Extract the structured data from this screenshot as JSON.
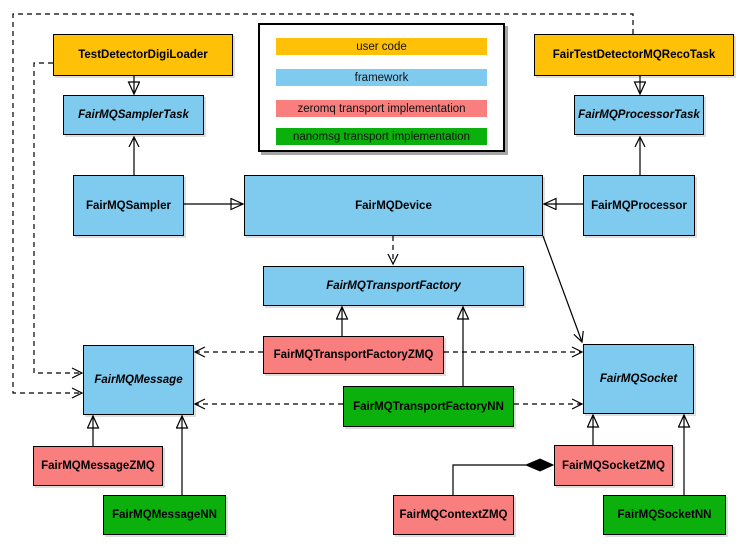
{
  "legend": {
    "items": [
      {
        "label": "user code",
        "color": "#ffc107",
        "category": "user-code"
      },
      {
        "label": "framework",
        "color": "#7fcbf0",
        "category": "framework"
      },
      {
        "label": "zeromq transport implementation",
        "color": "#f97e7e",
        "category": "zeromq"
      },
      {
        "label": "nanomsg transport implementation",
        "color": "#0cb00c",
        "category": "nanomsg"
      }
    ]
  },
  "nodes": [
    {
      "label": "TestDetectorDigiLoader",
      "category": "user-code",
      "abstract": false
    },
    {
      "label": "FairTestDetectorMQRecoTask",
      "category": "user-code",
      "abstract": false
    },
    {
      "label": "FairMQSamplerTask",
      "category": "framework",
      "abstract": true
    },
    {
      "label": "FairMQProcessorTask",
      "category": "framework",
      "abstract": true
    },
    {
      "label": "FairMQSampler",
      "category": "framework",
      "abstract": false
    },
    {
      "label": "FairMQDevice",
      "category": "framework",
      "abstract": false
    },
    {
      "label": "FairMQProcessor",
      "category": "framework",
      "abstract": false
    },
    {
      "label": "FairMQTransportFactory",
      "category": "framework",
      "abstract": true
    },
    {
      "label": "FairMQTransportFactoryZMQ",
      "category": "zeromq",
      "abstract": false
    },
    {
      "label": "FairMQTransportFactoryNN",
      "category": "nanomsg",
      "abstract": false
    },
    {
      "label": "FairMQMessage",
      "category": "framework",
      "abstract": true
    },
    {
      "label": "FairMQSocket",
      "category": "framework",
      "abstract": true
    },
    {
      "label": "FairMQMessageZMQ",
      "category": "zeromq",
      "abstract": false
    },
    {
      "label": "FairMQMessageNN",
      "category": "nanomsg",
      "abstract": false
    },
    {
      "label": "FairMQSocketZMQ",
      "category": "zeromq",
      "abstract": false
    },
    {
      "label": "FairMQContextZMQ",
      "category": "zeromq",
      "abstract": false
    },
    {
      "label": "FairMQSocketNN",
      "category": "nanomsg",
      "abstract": false
    }
  ],
  "edges": [
    {
      "from": "TestDetectorDigiLoader",
      "to": "FairMQSamplerTask",
      "type": "inheritance",
      "style": "solid"
    },
    {
      "from": "FairTestDetectorMQRecoTask",
      "to": "FairMQProcessorTask",
      "type": "inheritance",
      "style": "solid"
    },
    {
      "from": "FairMQSampler",
      "to": "FairMQSamplerTask",
      "type": "association",
      "style": "solid"
    },
    {
      "from": "FairMQProcessor",
      "to": "FairMQProcessorTask",
      "type": "association",
      "style": "solid"
    },
    {
      "from": "FairMQSampler",
      "to": "FairMQDevice",
      "type": "inheritance",
      "style": "solid"
    },
    {
      "from": "FairMQProcessor",
      "to": "FairMQDevice",
      "type": "inheritance",
      "style": "solid"
    },
    {
      "from": "FairMQDevice",
      "to": "FairMQTransportFactory",
      "type": "dependency",
      "style": "dashed"
    },
    {
      "from": "FairMQDevice",
      "to": "FairMQSocket",
      "type": "association",
      "style": "solid"
    },
    {
      "from": "FairMQTransportFactoryZMQ",
      "to": "FairMQTransportFactory",
      "type": "inheritance",
      "style": "solid"
    },
    {
      "from": "FairMQTransportFactoryNN",
      "to": "FairMQTransportFactory",
      "type": "inheritance",
      "style": "solid"
    },
    {
      "from": "FairMQTransportFactoryZMQ",
      "to": "FairMQMessage",
      "type": "dependency",
      "style": "dashed"
    },
    {
      "from": "FairMQTransportFactoryZMQ",
      "to": "FairMQSocket",
      "type": "dependency",
      "style": "dashed"
    },
    {
      "from": "FairMQTransportFactoryNN",
      "to": "FairMQMessage",
      "type": "dependency",
      "style": "dashed"
    },
    {
      "from": "FairMQTransportFactoryNN",
      "to": "FairMQSocket",
      "type": "dependency",
      "style": "dashed"
    },
    {
      "from": "TestDetectorDigiLoader",
      "to": "FairMQMessage",
      "type": "dependency",
      "style": "dashed"
    },
    {
      "from": "FairTestDetectorMQRecoTask",
      "to": "FairMQMessage",
      "type": "dependency",
      "style": "dashed"
    },
    {
      "from": "FairMQMessageZMQ",
      "to": "FairMQMessage",
      "type": "inheritance",
      "style": "solid"
    },
    {
      "from": "FairMQMessageNN",
      "to": "FairMQMessage",
      "type": "inheritance",
      "style": "solid"
    },
    {
      "from": "FairMQSocketZMQ",
      "to": "FairMQSocket",
      "type": "inheritance",
      "style": "solid"
    },
    {
      "from": "FairMQSocketNN",
      "to": "FairMQSocket",
      "type": "inheritance",
      "style": "solid"
    },
    {
      "from": "FairMQContextZMQ",
      "to": "FairMQSocketZMQ",
      "type": "composition",
      "style": "solid"
    }
  ]
}
